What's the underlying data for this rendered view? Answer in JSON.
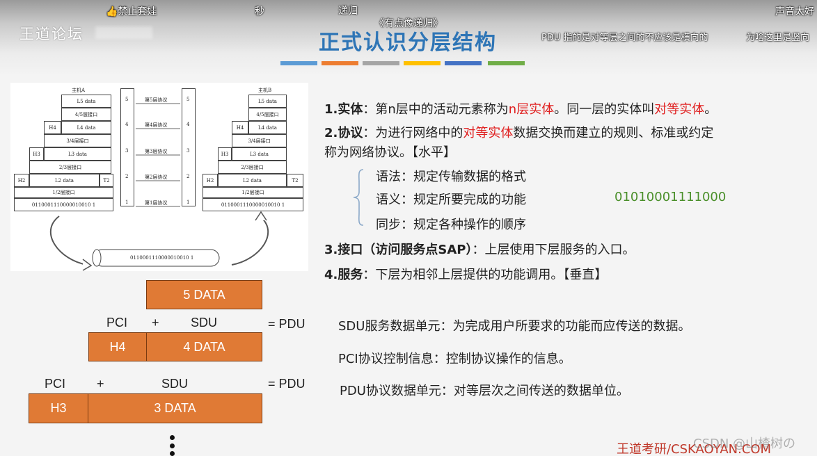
{
  "danmaku": [
    "👍禁止套娃",
    "秒",
    "递归",
    "《有点像递归》",
    "声音太好",
    "PDU 指的是对等层之间的不应该是横向的",
    "为啥这里是竖向"
  ],
  "brand": "王道论坛",
  "title": "正式认识分层结构",
  "color_bars": [
    "#5b9bd5",
    "#ed7d31",
    "#a5a5a5",
    "#ffc000",
    "#4472c4",
    "#70ad47"
  ],
  "figure": {
    "hostA": "主机A",
    "hostB": "主机B",
    "stack": [
      "L5 data",
      "4/5层接口",
      "L4 data",
      "3/4层接口",
      "L3 data",
      "2/3层接口",
      "L2 data",
      "1/2层接口",
      "0110001110000010010 1"
    ],
    "headers": [
      "H4",
      "H3",
      "H2",
      "T2"
    ],
    "layers": [
      "5",
      "4",
      "3",
      "2",
      "1"
    ],
    "protocols": [
      "第5层协议",
      "第4层协议",
      "第3层协议",
      "第2层协议",
      "第1层协议"
    ],
    "bits": "0110001110000010010 1",
    "pipe_bits": "0110001110000010010 1"
  },
  "items": {
    "entity_label": "1.实体",
    "entity_text_a": "：第n层中的活动元素称为",
    "entity_red_a": "n层实体",
    "entity_text_b": "。同一层的实体叫",
    "entity_red_b": "对等实体",
    "entity_text_c": "。",
    "protocol_label": "2.协议",
    "protocol_text_a": "：为进行网络中的",
    "protocol_red": "对等实体",
    "protocol_text_b": "数据交换而建立的规则、标准或约定",
    "protocol_line2": "称为网络协议。【水平】",
    "syntax": "语法：规定传输数据的格式",
    "semantics": "语义：规定所要完成的功能",
    "binary": "01010001111000",
    "sync": "同步：规定各种操作的顺序",
    "interface_label": "3.接口（访问服务点SAP）",
    "interface_text": "：上层使用下层服务的入口。",
    "service_label": "4.服务",
    "service_text": "：下层为相邻上层提供的功能调用。【垂直】"
  },
  "pdu": {
    "box5": "5 DATA",
    "pci": "PCI",
    "plus": "+",
    "sdu": "SDU",
    "eq_pdu": "= PDU",
    "h4": "H4",
    "box4": "4 DATA",
    "h3": "H3",
    "box3": "3 DATA"
  },
  "definitions": {
    "sdu": "SDU服务数据单元：为完成用户所要求的功能而应传送的数据。",
    "pci": "PCI协议控制信息：控制协议操作的信息。",
    "pdu": "PDU协议数据单元：对等层次之间传送的数据单位。"
  },
  "footer": "王道考研/CSKAOYAN.COM",
  "watermark": "CSDN @山楂树の"
}
